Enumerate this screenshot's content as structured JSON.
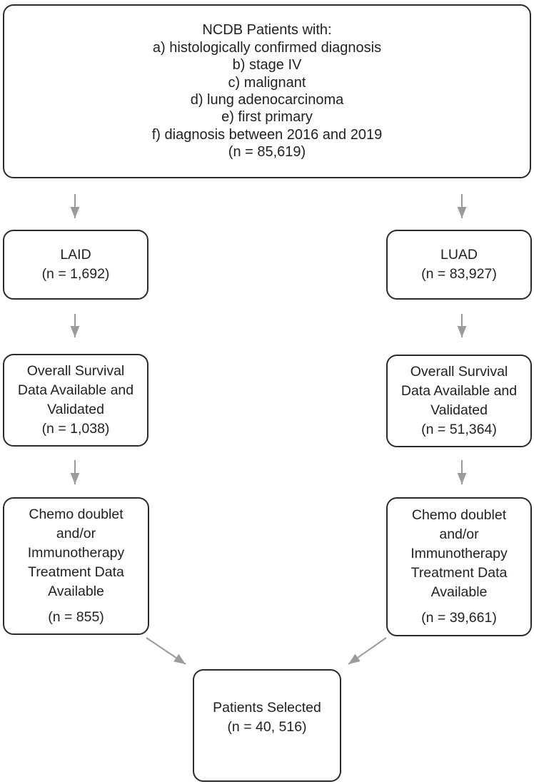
{
  "diagram": {
    "title": "Patient selection flow diagram",
    "colors": {
      "background": "#ffffff",
      "box_border": "#2b2b2b",
      "arrow": "#9b9b9d",
      "text": "#231f20"
    },
    "top_box": {
      "lines": [
        "NCDB Patients with:",
        "a) histologically confirmed diagnosis",
        "b) stage IV",
        "c) malignant",
        "d) lung adenocarcinoma",
        "e) first primary",
        "f) diagnosis between 2016 and 2019",
        "(n = 85,619)"
      ]
    },
    "laid_box": {
      "lines": [
        "LAID",
        "(n = 1,692)"
      ]
    },
    "luad_box": {
      "lines": [
        "LUAD",
        "(n = 83,927)"
      ]
    },
    "os_laid_box": {
      "lines": [
        "Overall Survival",
        "Data Available and",
        "Validated",
        "(n = 1,038)"
      ]
    },
    "os_luad_box": {
      "lines": [
        "Overall Survival",
        "Data Available and",
        "Validated",
        "(n = 51,364)"
      ]
    },
    "chemo_laid_box": {
      "lines": [
        "Chemo doublet",
        "and/or",
        "Immunotherapy",
        "Treatment Data",
        "Available"
      ],
      "n_line": "(n = 855)"
    },
    "chemo_luad_box": {
      "lines": [
        "Chemo doublet",
        "and/or",
        "Immunotherapy",
        "Treatment Data",
        "Available"
      ],
      "n_line": "(n = 39,661)"
    },
    "selected_box": {
      "lines": [
        "Patients Selected",
        "(n = 40, 516)"
      ]
    }
  }
}
